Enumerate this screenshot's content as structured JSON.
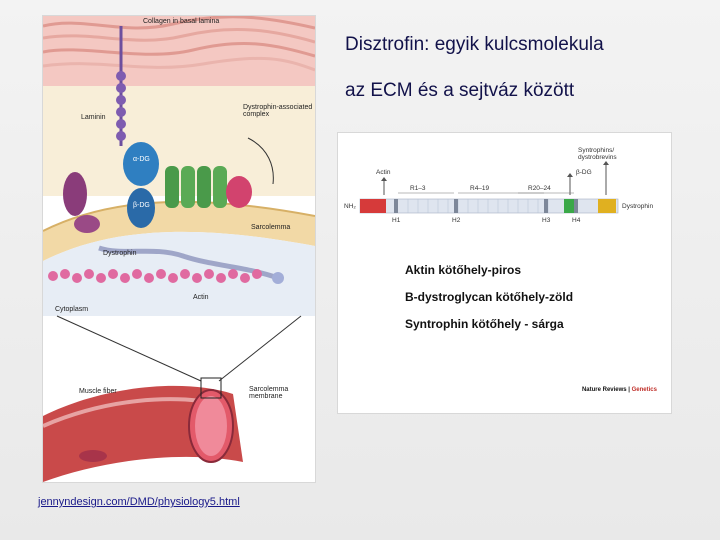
{
  "title": {
    "line1": "Disztrofin: egyik kulcsmolekula",
    "line2": "az ECM és a sejtváz között"
  },
  "left_figure": {
    "labels": {
      "collagen": "Collagen in basal lamina",
      "laminin": "Laminin",
      "dystrophin_complex": "Dystrophin-associated complex",
      "alpha_dg": "α-DG",
      "beta_dg": "β-DG",
      "sarcolemma": "Sarcolemma",
      "dystrophin": "Dystrophin",
      "actin": "Actin",
      "cytoplasm": "Cytoplasm",
      "muscle_fiber": "Muscle fiber",
      "sarcolemma_membrane": "Sarcolemma membrane"
    }
  },
  "right_figure": {
    "labels": {
      "actin": "Actin",
      "syntrophin": "Syntrophins/ dystrobrevins",
      "beta_dg": "β-DG",
      "nh2": "NH₂",
      "r1": "R1–3",
      "r2": "R4–19",
      "r3": "R20–24",
      "h1": "H1",
      "h2": "H2",
      "h3": "H3",
      "h4": "H4",
      "dystrophin": "Dystrophin"
    },
    "legend": [
      "Aktin kötőhely-piros",
      "B-dystroglycan kötőhely-zöld",
      "Syntrophin kötőhely - sárga"
    ],
    "journal": "Nature Reviews",
    "journal_accent": "Genetics"
  },
  "source_link": "jennyndesign.com/DMD/physiology5.html",
  "colors": {
    "title_text": "#12124a",
    "actin_site": "#d63a3a",
    "dg_site": "#3aa848",
    "syntrophin_site": "#e0b020"
  }
}
